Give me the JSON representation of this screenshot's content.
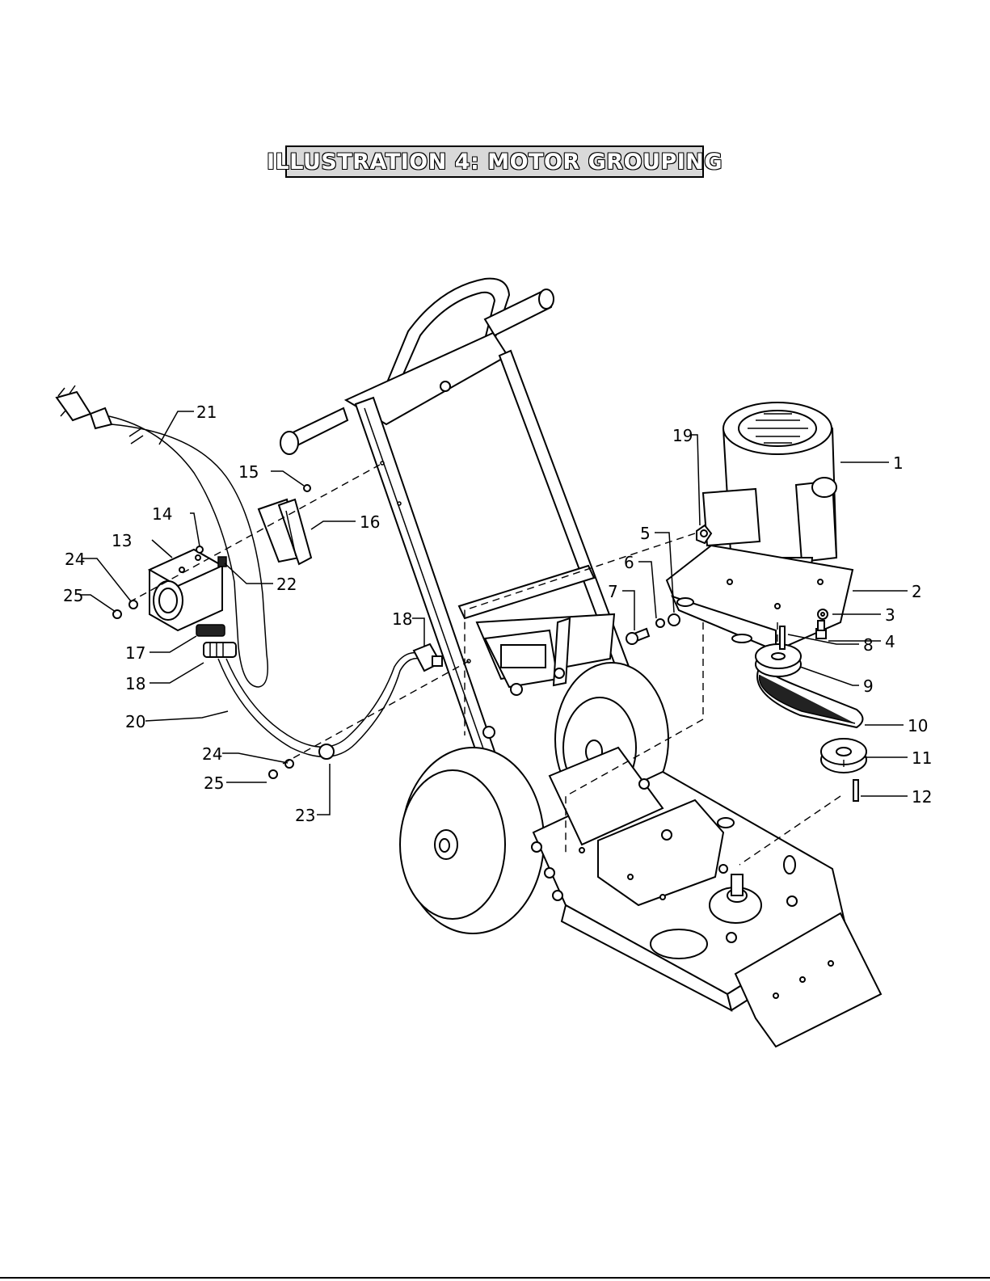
{
  "title": "ILLUSTRATION 4: MOTOR GROUPING",
  "callouts": [
    {
      "id": "c1",
      "label": "1"
    },
    {
      "id": "c2",
      "label": "2"
    },
    {
      "id": "c3",
      "label": "3"
    },
    {
      "id": "c4",
      "label": "4"
    },
    {
      "id": "c5",
      "label": "5"
    },
    {
      "id": "c6",
      "label": "6"
    },
    {
      "id": "c7",
      "label": "7"
    },
    {
      "id": "c8",
      "label": "8"
    },
    {
      "id": "c9",
      "label": "9"
    },
    {
      "id": "c10",
      "label": "10"
    },
    {
      "id": "c11",
      "label": "11"
    },
    {
      "id": "c12",
      "label": "12"
    },
    {
      "id": "c13",
      "label": "13"
    },
    {
      "id": "c14",
      "label": "14"
    },
    {
      "id": "c15",
      "label": "15"
    },
    {
      "id": "c16",
      "label": "16"
    },
    {
      "id": "c17",
      "label": "17"
    },
    {
      "id": "c18a",
      "label": "18"
    },
    {
      "id": "c18b",
      "label": "18"
    },
    {
      "id": "c19",
      "label": "19"
    },
    {
      "id": "c20",
      "label": "20"
    },
    {
      "id": "c21",
      "label": "21"
    },
    {
      "id": "c22",
      "label": "22"
    },
    {
      "id": "c23",
      "label": "23"
    },
    {
      "id": "c24a",
      "label": "24"
    },
    {
      "id": "c24b",
      "label": "24"
    },
    {
      "id": "c25a",
      "label": "25"
    },
    {
      "id": "c25b",
      "label": "25"
    }
  ]
}
